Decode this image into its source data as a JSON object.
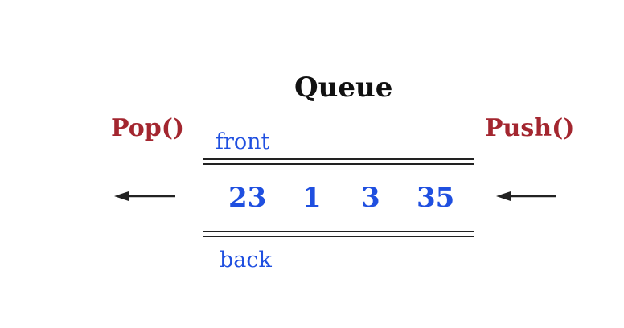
{
  "title": "Queue",
  "operations": {
    "dequeue": "Pop()",
    "enqueue": "Push()"
  },
  "labels": {
    "front": "front",
    "back": "back"
  },
  "queue_values": [
    "23",
    "1",
    "3",
    "35"
  ],
  "colors": {
    "operation": "#a3262f",
    "label": "#1f4fe0",
    "value": "#1f4fe0",
    "line": "#222222",
    "title": "#111111"
  },
  "icons": {
    "left_arrow": "arrow-left-icon",
    "right_arrow": "arrow-left-icon"
  }
}
